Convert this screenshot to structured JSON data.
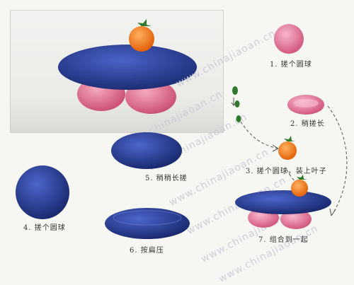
{
  "colors": {
    "pink": "#e0708f",
    "blue": "#243a8c",
    "orange": "#f0731a",
    "leaf": "#2e7a2a"
  },
  "watermark": "www.chinajiaoan.cn",
  "steps": [
    {
      "label": "1. 搓个圆球"
    },
    {
      "label": "2. 稍搓长"
    },
    {
      "label": "3. 搓个圆球，装上叶子"
    },
    {
      "label": "4. 搓个圆球"
    },
    {
      "label": "5. 稍稍长搓"
    },
    {
      "label": "6. 按扁压"
    },
    {
      "label": "7. 组合到一起"
    }
  ]
}
